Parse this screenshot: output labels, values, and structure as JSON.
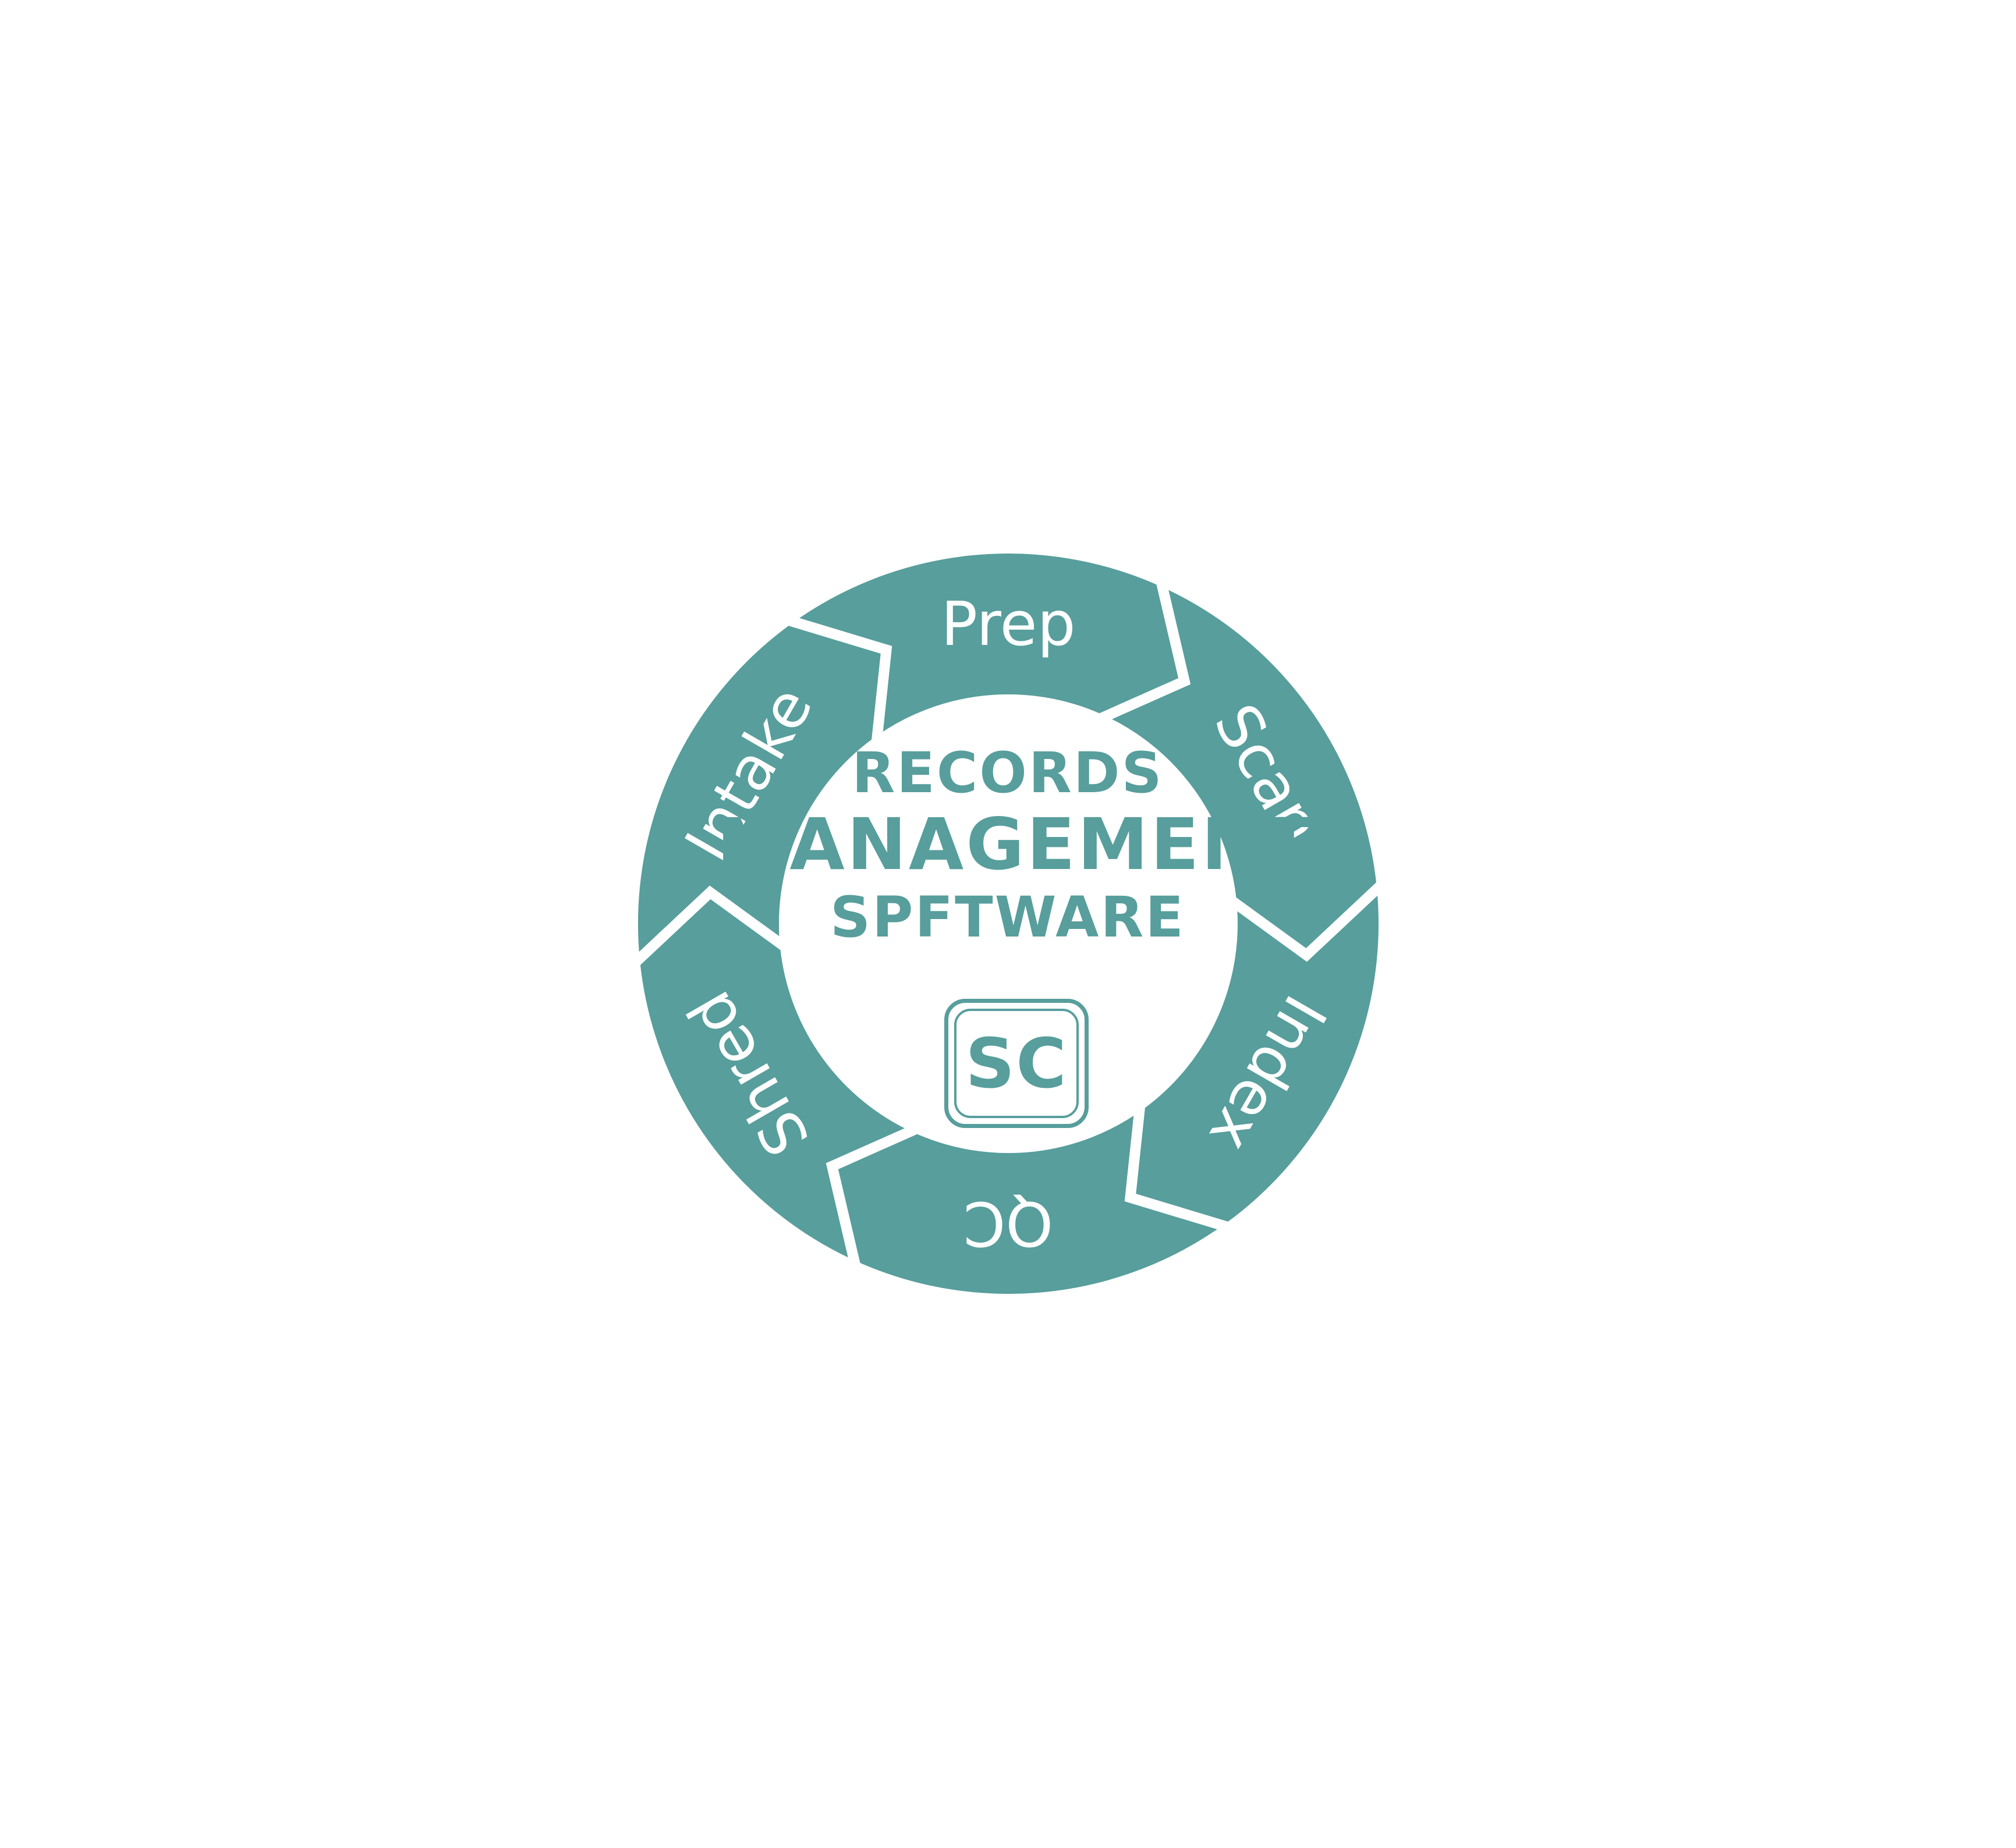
{
  "diagram": {
    "colors": {
      "ring": "#579e9c",
      "background": "#ffffff",
      "label": "#ffffff",
      "title": "#579e9c"
    },
    "cycle_stages": [
      {
        "label": "Prep"
      },
      {
        "label": "Scan"
      },
      {
        "label": "Index"
      },
      {
        "label": "QC"
      },
      {
        "label": "Shred"
      },
      {
        "label": "Intake"
      }
    ],
    "center_title": {
      "line1": "RECORDS",
      "line2": "MANAGEMENT",
      "line3": "SPFTWARE"
    },
    "logo": {
      "text": "SC"
    }
  }
}
